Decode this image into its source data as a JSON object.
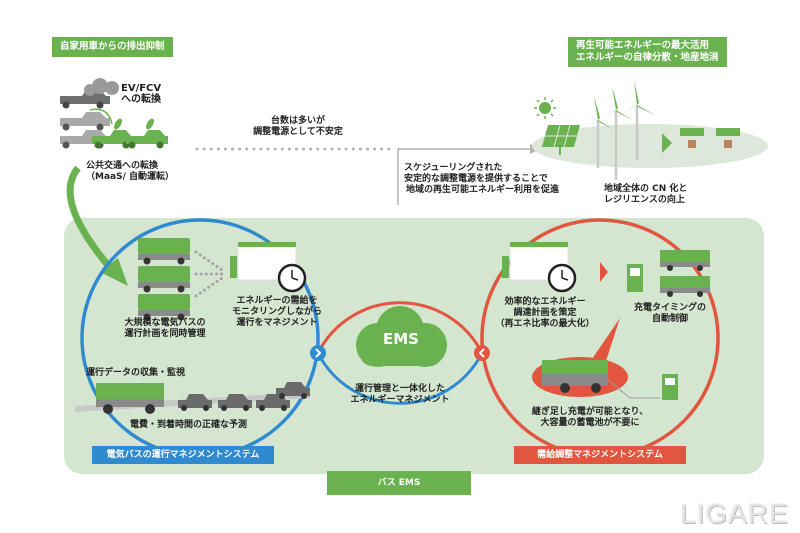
{
  "top_left": {
    "header_tag": "自家用車からの排出抑制",
    "ev_label_line1": "EV/FCV",
    "ev_label_line2": "への転換",
    "transit_line1": "公共交通への転換",
    "transit_line2": "（MaaS/ 自動運転）"
  },
  "top_middle": {
    "unstable_line1": "台数は多いが",
    "unstable_line2": "調整電源として不安定",
    "schedule_line1": "スケジューリングされた",
    "schedule_line2": "安定的な調整電源を提供することで",
    "schedule_line3": "地域の再生可能エネルギー利用を促進"
  },
  "top_right": {
    "header_tag_line1": "再生可能エネルギーの最大活用",
    "header_tag_line2": "エネルギーの自律分散・地産地消",
    "cn_line1": "地域全体の CN 化と",
    "cn_line2": "レジリエンスの向上"
  },
  "left_system": {
    "plan_line1": "大規模な電気バスの",
    "plan_line2": "運行計画を同時管理",
    "monitor_line1": "エネルギーの需給を",
    "monitor_line2": "モニタリングしながら",
    "monitor_line3": "運行をマネジメント",
    "data_collection": "運行データの収集・監視",
    "prediction": "電費・到着時間の正確な予測",
    "system_label": "電気バスの運行マネジメントシステム",
    "color": "#2f8ad0"
  },
  "center": {
    "cloud_label": "EMS",
    "desc_line1": "運行管理と一体化した",
    "desc_line2": "エネルギーマネジメント",
    "bottom_tag": "バス EMS"
  },
  "right_system": {
    "procure_line1": "効率的なエネルギー",
    "procure_line2": "調達計画を策定",
    "procure_line3": "（再エネ比率の最大化）",
    "charge_line1": "充電タイミングの",
    "charge_line2": "自動制御",
    "battery_line1": "継ぎ足し充電が可能となり、",
    "battery_line2": "大容量の蓄電池が不要に",
    "system_label": "需給調整マネジメントシステム",
    "color": "#e2553f"
  },
  "colors": {
    "green": "#6ab150",
    "panel_bg": "#d4e6d0",
    "blue": "#2f8ad0",
    "red": "#e2553f",
    "gray": "#8a8a8a"
  },
  "watermark": "LIGARE"
}
